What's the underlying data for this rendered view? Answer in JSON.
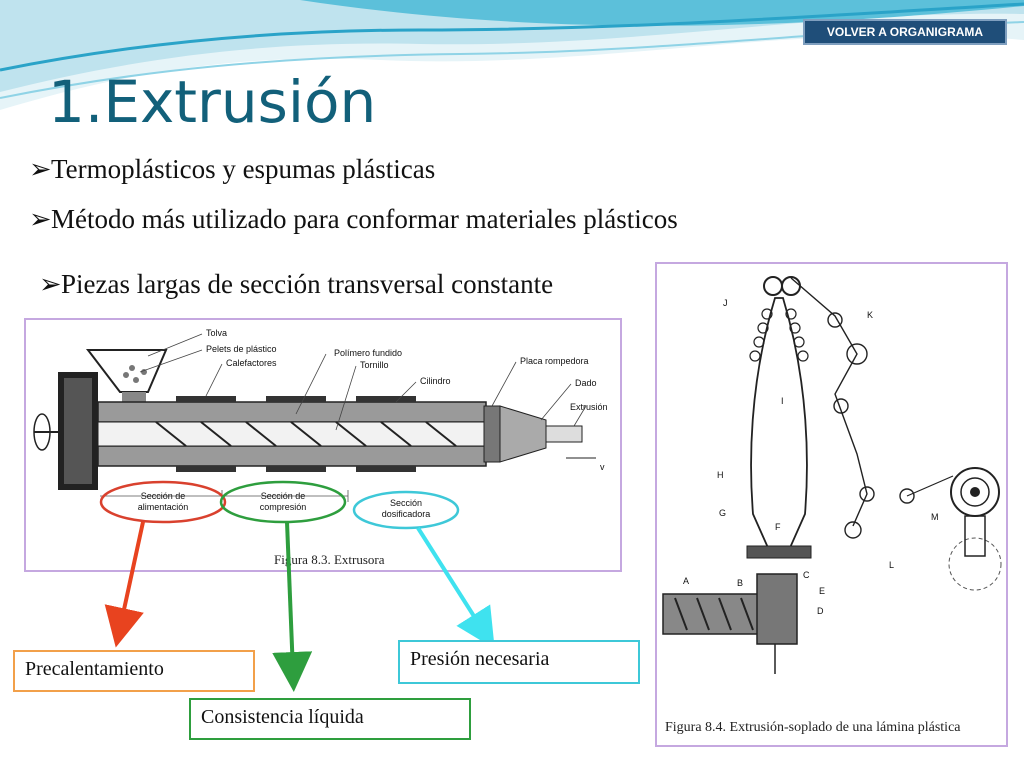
{
  "nav": {
    "back_label": "VOLVER A ORGANIGRAMA"
  },
  "title": "1.Extrusión",
  "bullets": [
    "Termoplásticos y espumas plásticas",
    "Método más utilizado para conformar materiales plásticos",
    "Piezas largas de sección transversal constante"
  ],
  "figure_extrusora": {
    "caption": "Figura 8.3. Extrusora",
    "labels": {
      "tolva": "Tolva",
      "pelets": "Pelets de plástico",
      "calefactores": "Calefactores",
      "polimero": "Polímero fundido",
      "tornillo": "Tornillo",
      "cilindro": "Cilindro",
      "placa": "Placa rompedora",
      "dado": "Dado",
      "extrusion": "Extrusión",
      "v": "v"
    },
    "zones": {
      "alimentacion_1": "Sección de",
      "alimentacion_2": "alimentación",
      "compresion_1": "Sección de",
      "compresion_2": "compresión",
      "dosificadora_1": "Sección",
      "dosificadora_2": "dosificadora"
    }
  },
  "figure_soplado": {
    "caption": "Figura 8.4. Extrusión-soplado de una lámina plástica",
    "letters": {
      "a": "A",
      "b": "B",
      "c": "C",
      "d": "D",
      "e": "E",
      "f": "F",
      "g": "G",
      "h": "H",
      "i": "I",
      "j": "J",
      "k": "K",
      "l": "L",
      "m": "M"
    }
  },
  "notes": {
    "precalentamiento": "Precalentamiento",
    "presion": "Presión necesaria",
    "consistencia": "Consistencia líquida"
  },
  "colors": {
    "title": "#12607a",
    "nav_bg": "#1f4e79",
    "zone_alimentacion": "#d9412e",
    "zone_compresion": "#2e9e3e",
    "zone_dosificadora": "#3ec8d8",
    "box_border": "#c5a8e0"
  }
}
